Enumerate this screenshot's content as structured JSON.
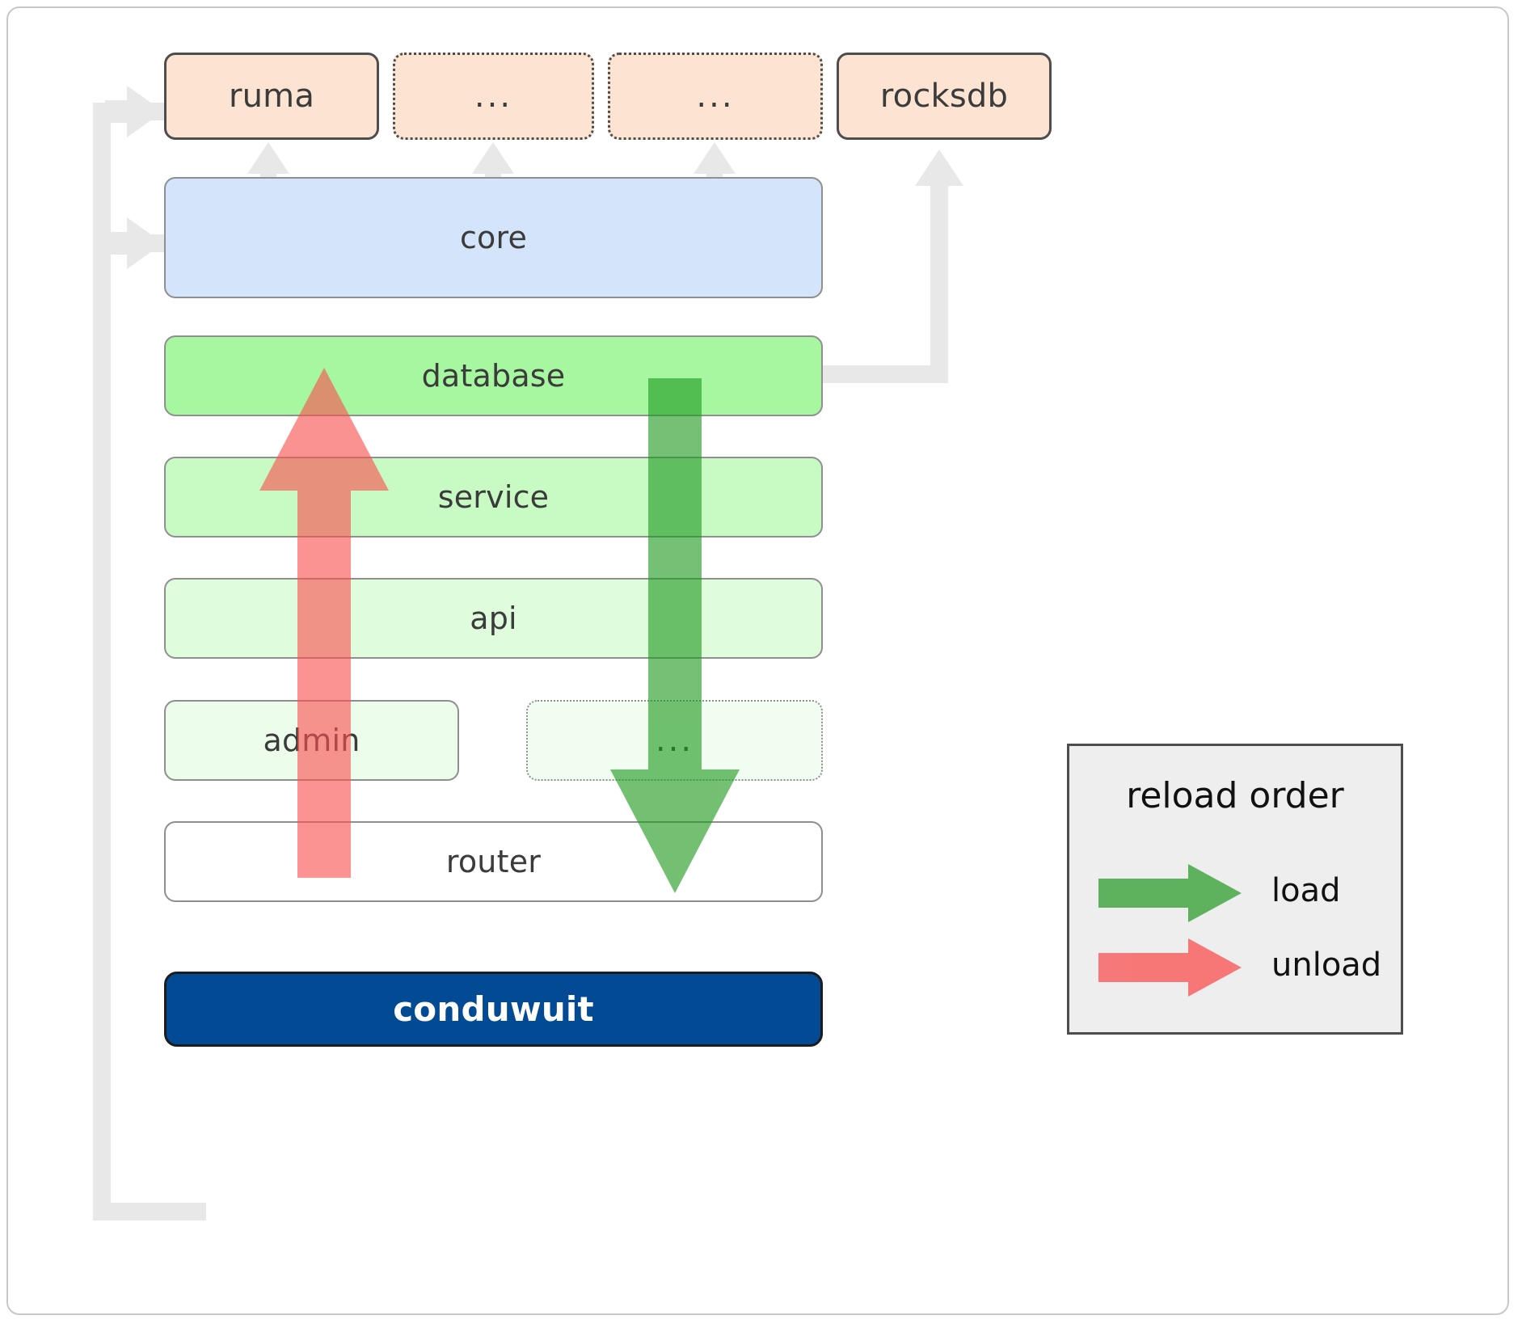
{
  "diagram": {
    "title": "conduwuit crate / reload order architecture",
    "colors": {
      "dependency_fill": "#fde3d2",
      "dependency_stroke": "#4d4d4d",
      "core_fill": "#d4e5fb",
      "database_fill": "#a6f7a0",
      "service_fill": "#c8fac4",
      "api_fill": "#dffcdd",
      "admin_fill": "#ecfdeb",
      "router_fill": "#ffffff",
      "brand_fill": "#034a94",
      "load_arrow": "#5aae5a",
      "unload_arrow": "#fa8a8a",
      "connector": "#e8e8e8",
      "legend_fill": "#eeeeee"
    },
    "dependencies": [
      {
        "label": "ruma",
        "style": "solid"
      },
      {
        "label": "...",
        "style": "dotted"
      },
      {
        "label": "...",
        "style": "dotted"
      },
      {
        "label": "rocksdb",
        "style": "solid"
      }
    ],
    "layers": [
      {
        "label": "core",
        "style": "solid"
      },
      {
        "label": "database",
        "style": "solid"
      },
      {
        "label": "service",
        "style": "solid"
      },
      {
        "label": "api",
        "style": "solid"
      },
      {
        "label": "admin",
        "style": "solid"
      },
      {
        "label": "...",
        "style": "dotted"
      },
      {
        "label": "router",
        "style": "solid"
      }
    ],
    "binary": {
      "label": "conduwuit"
    },
    "legend": {
      "title": "reload order",
      "entries": [
        {
          "label": "load",
          "color": "#5aae5a"
        },
        {
          "label": "unload",
          "color": "#fa8a8a"
        }
      ]
    }
  }
}
